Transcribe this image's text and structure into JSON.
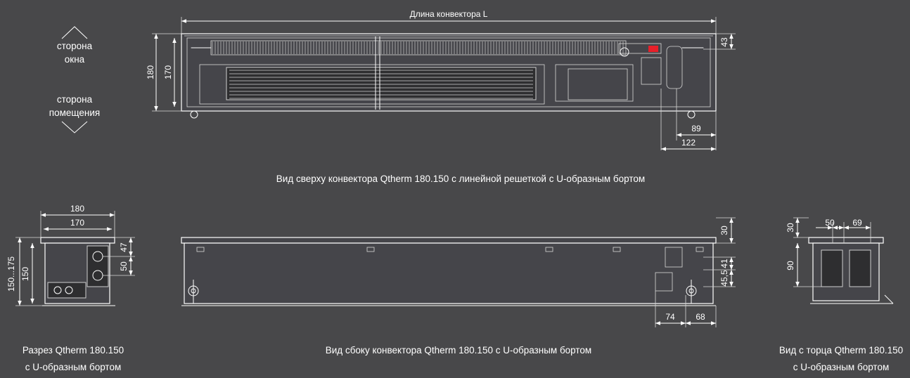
{
  "orientation": {
    "window_side": [
      "сторона",
      "окна"
    ],
    "room_side": [
      "сторона",
      "помещения"
    ]
  },
  "top_view": {
    "length_label": "Длина конвектора L",
    "dims": {
      "d180": "180",
      "d170": "170",
      "d43": "43",
      "d89": "89",
      "d122": "122"
    },
    "caption": "Вид сверху конвектора Qtherm 180.150 с линейной решеткой с U-образным бортом"
  },
  "section_view": {
    "dims": {
      "d180": "180",
      "d170": "170",
      "d150_175": "150...175",
      "d150": "150",
      "d47": "47",
      "d50": "50"
    },
    "caption": [
      "Разрез Qtherm 180.150",
      "с U-образным бортом"
    ]
  },
  "side_view": {
    "dims": {
      "d30": "30",
      "d41": "41",
      "d45_5": "45,5",
      "d74": "74",
      "d68": "68"
    },
    "caption": "Вид сбоку конвектора Qtherm 180.150 с U-образным бортом"
  },
  "end_view": {
    "dims": {
      "d30": "30",
      "d50": "50",
      "d69": "69",
      "d90": "90"
    },
    "caption": [
      "Вид с торца Qtherm 180.150",
      "с U-образным бортом"
    ]
  },
  "colors": {
    "background": "#48484a",
    "lines": "#ffffff",
    "valve_accent": "#e8202a"
  }
}
